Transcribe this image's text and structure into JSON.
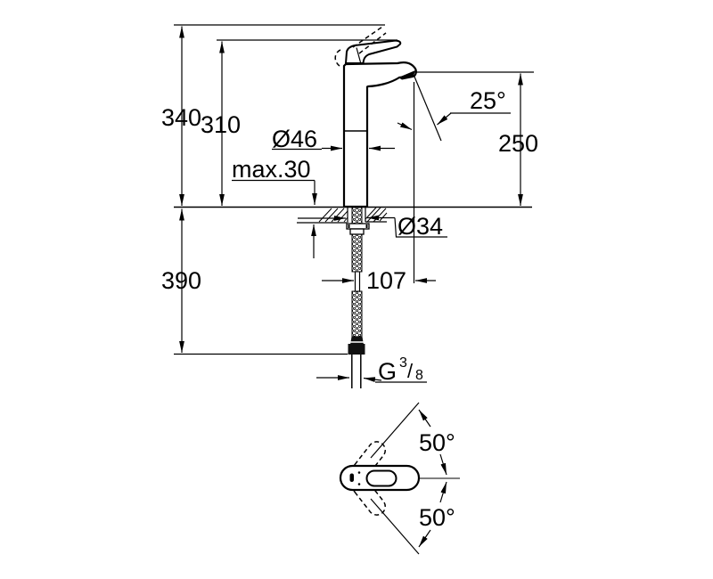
{
  "drawing_title": "single-lever-basin-mixer-technical-drawing",
  "labels": {
    "overall_height": "340",
    "lever_height": "310",
    "body_diameter": "Ø46",
    "max_deck_thickness": "max.30",
    "stream_angle": "25°",
    "spout_height": "250",
    "hole_diameter": "Ø34",
    "hose_length": "390",
    "spout_reach": "107",
    "thread_letter": "G",
    "thread_numerator": "3",
    "thread_slash": "/",
    "thread_denominator": "8",
    "swivel_angle_up": "50°",
    "swivel_angle_down": "50°"
  },
  "colors": {
    "ink": "#000000",
    "paper": "#ffffff"
  }
}
